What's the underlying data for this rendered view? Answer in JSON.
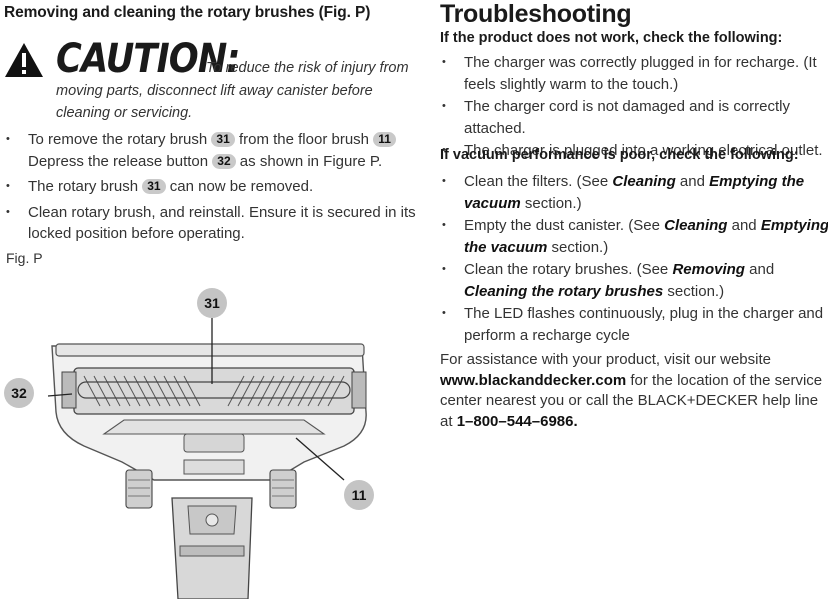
{
  "left": {
    "heading": "Removing and cleaning the rotary brushes (Fig. P)",
    "caution_word": "CAUTION:",
    "caution_text_1": "To reduce the risk of injury from",
    "caution_text_2": "moving parts, disconnect lift away canister before",
    "caution_text_3": "cleaning or servicing.",
    "steps": [
      {
        "a": "To remove the rotary brush ",
        "p1": "31",
        "b": " from the floor brush ",
        "p2": "11",
        "c": " Depress the release button ",
        "p3": "32",
        "d": " as shown in Figure P."
      },
      {
        "a": "The rotary brush ",
        "p1": "31",
        "b": " can now be removed."
      },
      {
        "a": "Clean rotary brush, and reinstall. Ensure it is secured in its locked position before operating."
      }
    ],
    "fig_label": "Fig. P",
    "callouts": {
      "c31": "31",
      "c32": "32",
      "c11": "11"
    }
  },
  "right": {
    "heading": "Troubleshooting",
    "sub1": "If the product does not work, check the following:",
    "list1": [
      "The charger was correctly plugged in for recharge. (It feels slightly warm to the touch.)",
      "The charger cord is not damaged and is correctly attached.",
      "The charger is plugged into a working electrical outlet."
    ],
    "sub2": "If vacuum performance is poor, check the following:",
    "list2": [
      {
        "a": "Clean the filters. (See ",
        "b1": "Cleaning",
        "m": " and ",
        "b2": "Emptying the vacuum",
        "c": " section.)"
      },
      {
        "a": "Empty the dust canister. (See ",
        "b1": "Cleaning",
        "m": " and ",
        "b2": "Emptying the vacuum",
        "c": " section.)"
      },
      {
        "a": "Clean the rotary brushes. (See ",
        "b1": "Removing",
        "m": " and ",
        "b2": "Cleaning the rotary brushes",
        "c": " section.)"
      },
      {
        "a": "The LED flashes continuously, plug in the charger and perform a recharge cycle"
      }
    ],
    "assist_a": "For assistance with your product, visit our website ",
    "assist_url": "www.blackanddecker.com",
    "assist_b": " for the location of the service center nearest you or call the BLACK+DECKER help line at ",
    "assist_phone": "1–800–544–6986."
  },
  "colors": {
    "callout_bg": "#c4c4c4",
    "text": "#333333"
  }
}
